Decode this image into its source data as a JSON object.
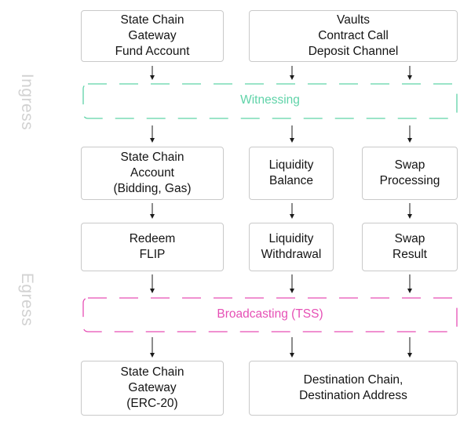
{
  "side_labels": {
    "ingress": "Ingress",
    "egress": "Egress"
  },
  "bands": {
    "witnessing": {
      "label": "Witnessing",
      "color": "#5fd3a8"
    },
    "broadcasting": {
      "label": "Broadcasting (TSS)",
      "color": "#e64fb5"
    }
  },
  "boxes": {
    "state_chain_gateway_top": [
      "State Chain",
      "Gateway",
      "Fund Account"
    ],
    "vaults": [
      "Vaults",
      "Contract Call",
      "Deposit Channel"
    ],
    "state_chain_account": [
      "State Chain",
      "Account",
      "(Bidding, Gas)"
    ],
    "liquidity_balance": [
      "Liquidity",
      "Balance"
    ],
    "swap_processing": [
      "Swap",
      "Processing"
    ],
    "redeem_flip": [
      "Redeem",
      "FLIP"
    ],
    "liquidity_withdrawal": [
      "Liquidity",
      "Withdrawal"
    ],
    "swap_result": [
      "Swap",
      "Result"
    ],
    "state_chain_gateway_bottom": [
      "State Chain",
      "Gateway",
      "(ERC-20)"
    ],
    "destination": [
      "Destination Chain,",
      "Destination Address"
    ]
  },
  "colors": {
    "box_border": "#c9c9c9",
    "arrow": "#1a1a1a",
    "side_label": "#d2d2d2"
  }
}
